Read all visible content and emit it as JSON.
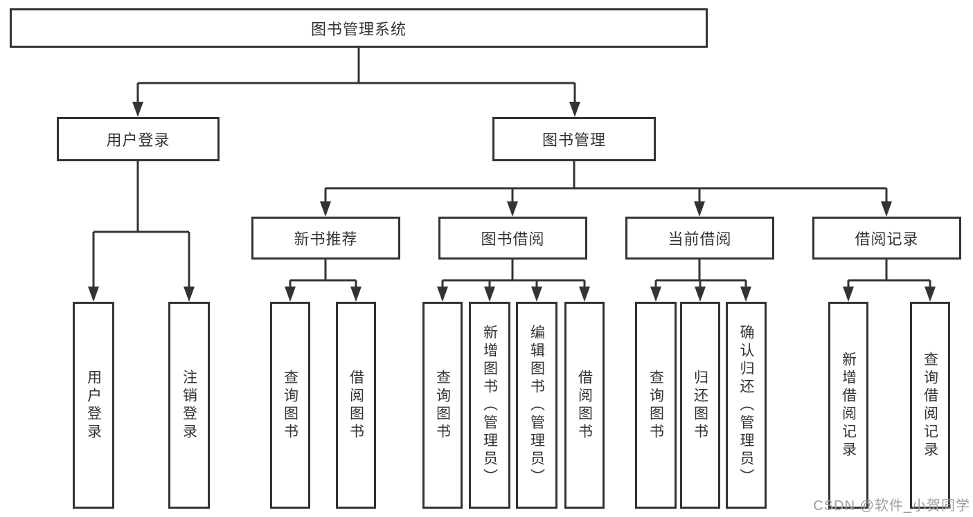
{
  "tree": {
    "label": "图书管理系统",
    "children": [
      {
        "label": "用户登录",
        "children": [
          "用户登录",
          "注销登录"
        ]
      },
      {
        "label": "图书管理",
        "children": [
          {
            "label": "新书推荐",
            "children": [
              "查询图书",
              "借阅图书"
            ]
          },
          {
            "label": "图书借阅",
            "children": [
              "查询图书",
              "新增图书（管理员）",
              "编辑图书（管理员）",
              "借阅图书"
            ]
          },
          {
            "label": "当前借阅",
            "children": [
              "查询图书",
              "归还图书",
              "确认归还（管理员）"
            ]
          },
          {
            "label": "借阅记录",
            "children": [
              "新增借阅记录",
              "查询借阅记录"
            ]
          }
        ]
      }
    ]
  },
  "watermark": "CSDN @软件_小贺同学",
  "colors": {
    "line": "#333333",
    "text": "#333333",
    "watermark": "#9e9e9e",
    "background": "#ffffff"
  }
}
